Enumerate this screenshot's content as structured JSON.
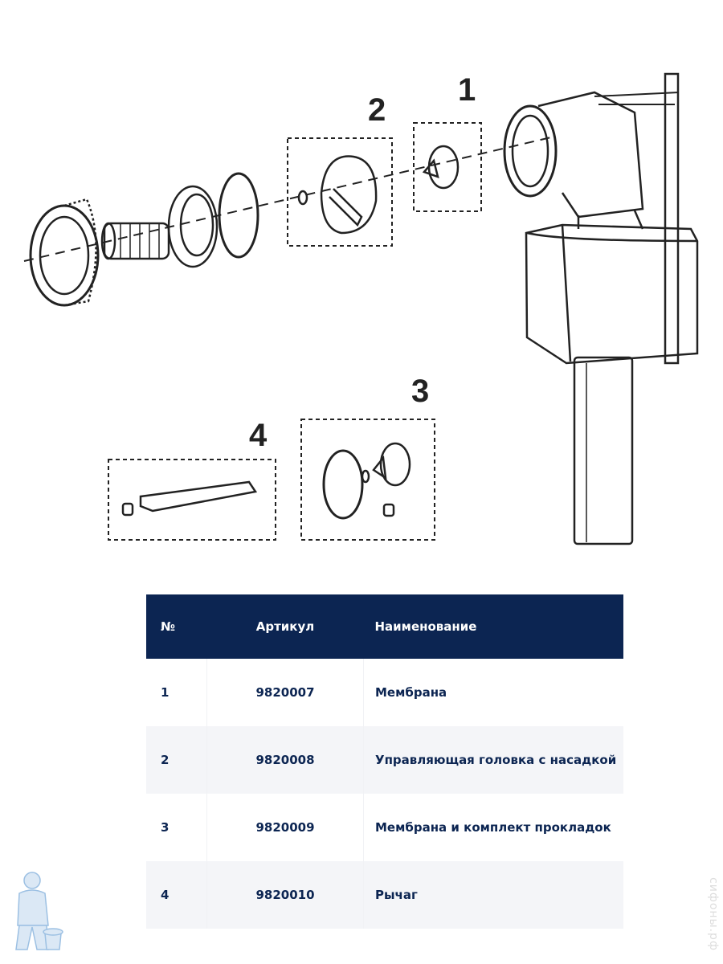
{
  "diagram": {
    "callouts": [
      "1",
      "2",
      "3",
      "4"
    ]
  },
  "table": {
    "headers": {
      "number": "№",
      "article": "Артикул",
      "name": "Наименование"
    },
    "rows": [
      {
        "number": "1",
        "article": "9820007",
        "name": "Мембрана"
      },
      {
        "number": "2",
        "article": "9820008",
        "name": "Управляющая головка с насадкой"
      },
      {
        "number": "3",
        "article": "9820009",
        "name": "Мембрана и комплект прокладок"
      },
      {
        "number": "4",
        "article": "9820010",
        "name": "Рычаг"
      }
    ]
  },
  "watermark": "сифоны.рф",
  "colors": {
    "header_bg": "#0c2552",
    "text": "#0c2552",
    "alt_row": "#f4f5f8"
  }
}
